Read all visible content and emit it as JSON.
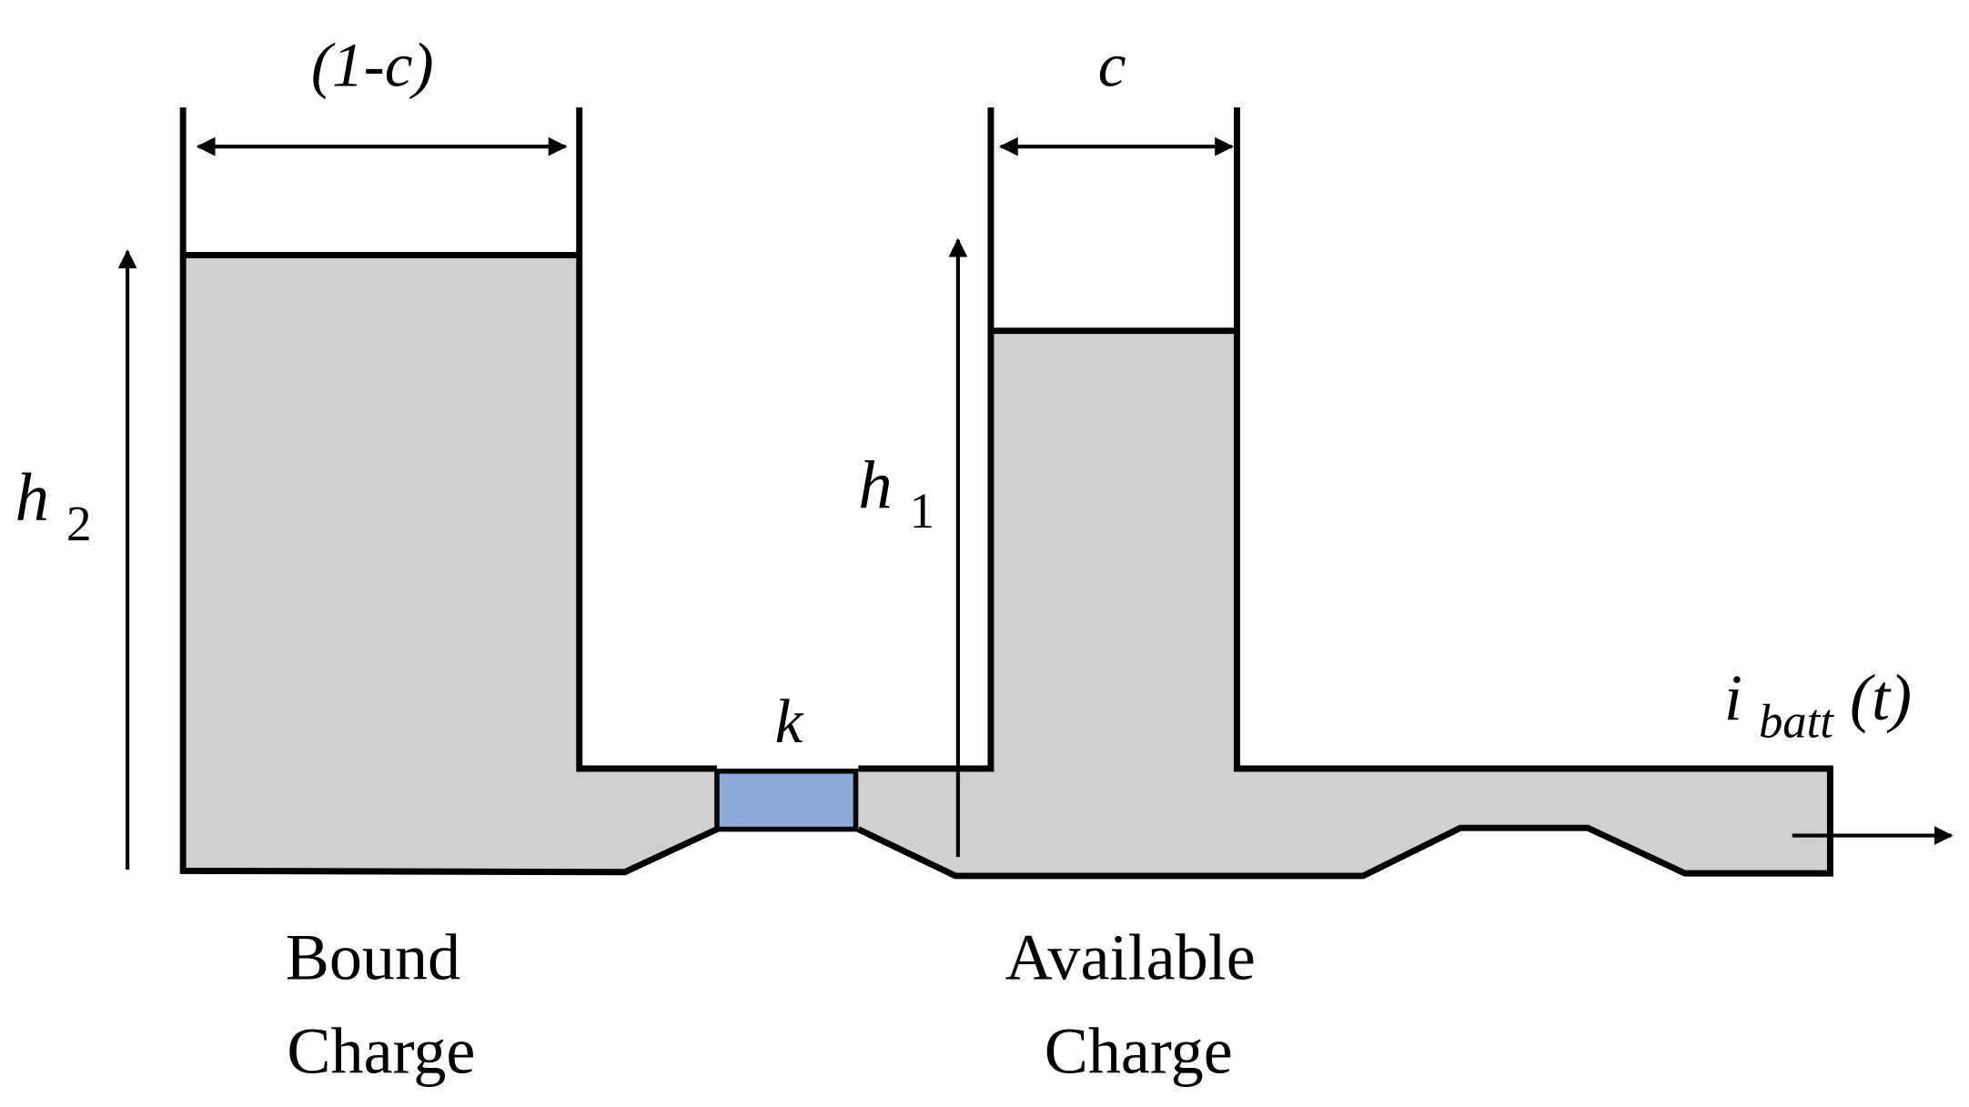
{
  "colors": {
    "fluid": "#d1cfd0",
    "valve": "#8eaadb",
    "stroke": "#000000",
    "background": "#ffffff"
  },
  "labels": {
    "bound_width": "(1-c)",
    "available_width": "c",
    "h2_main": "h",
    "h2_sub": "2",
    "h1_main": "h",
    "h1_sub": "1",
    "valve": "k",
    "current_main": "i",
    "current_sub": "batt",
    "current_arg": "(t)",
    "bound_line1": "Bound",
    "bound_line2": "Charge",
    "available_line1": "Available",
    "available_line2": "Charge"
  }
}
